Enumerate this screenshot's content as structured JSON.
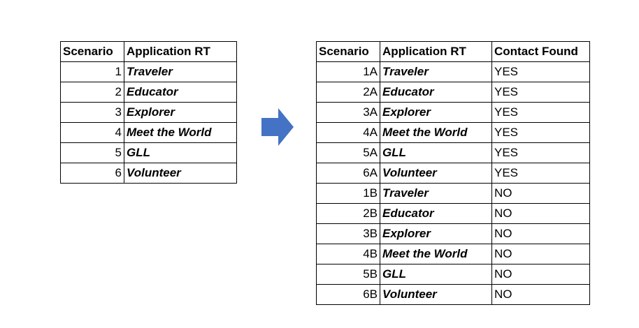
{
  "left_table": {
    "headers": [
      "Scenario",
      "Application RT"
    ],
    "rows": [
      {
        "scenario": "1",
        "app": "Traveler"
      },
      {
        "scenario": "2",
        "app": "Educator"
      },
      {
        "scenario": "3",
        "app": "Explorer"
      },
      {
        "scenario": "4",
        "app": "Meet the World"
      },
      {
        "scenario": "5",
        "app": "GLL"
      },
      {
        "scenario": "6",
        "app": "Volunteer"
      }
    ]
  },
  "right_table": {
    "headers": [
      "Scenario",
      "Application RT",
      "Contact Found"
    ],
    "rows": [
      {
        "scenario": "1A",
        "app": "Traveler",
        "found": "YES"
      },
      {
        "scenario": "2A",
        "app": "Educator",
        "found": "YES"
      },
      {
        "scenario": "3A",
        "app": "Explorer",
        "found": "YES"
      },
      {
        "scenario": "4A",
        "app": "Meet the World",
        "found": "YES"
      },
      {
        "scenario": "5A",
        "app": "GLL",
        "found": "YES"
      },
      {
        "scenario": "6A",
        "app": "Volunteer",
        "found": "YES"
      },
      {
        "scenario": "1B",
        "app": "Traveler",
        "found": "NO"
      },
      {
        "scenario": "2B",
        "app": "Educator",
        "found": "NO"
      },
      {
        "scenario": "3B",
        "app": "Explorer",
        "found": "NO"
      },
      {
        "scenario": "4B",
        "app": "Meet the World",
        "found": "NO"
      },
      {
        "scenario": "5B",
        "app": "GLL",
        "found": "NO"
      },
      {
        "scenario": "6B",
        "app": "Volunteer",
        "found": "NO"
      }
    ]
  },
  "arrow": {
    "icon": "right-arrow-icon",
    "color": "#4472C4"
  }
}
